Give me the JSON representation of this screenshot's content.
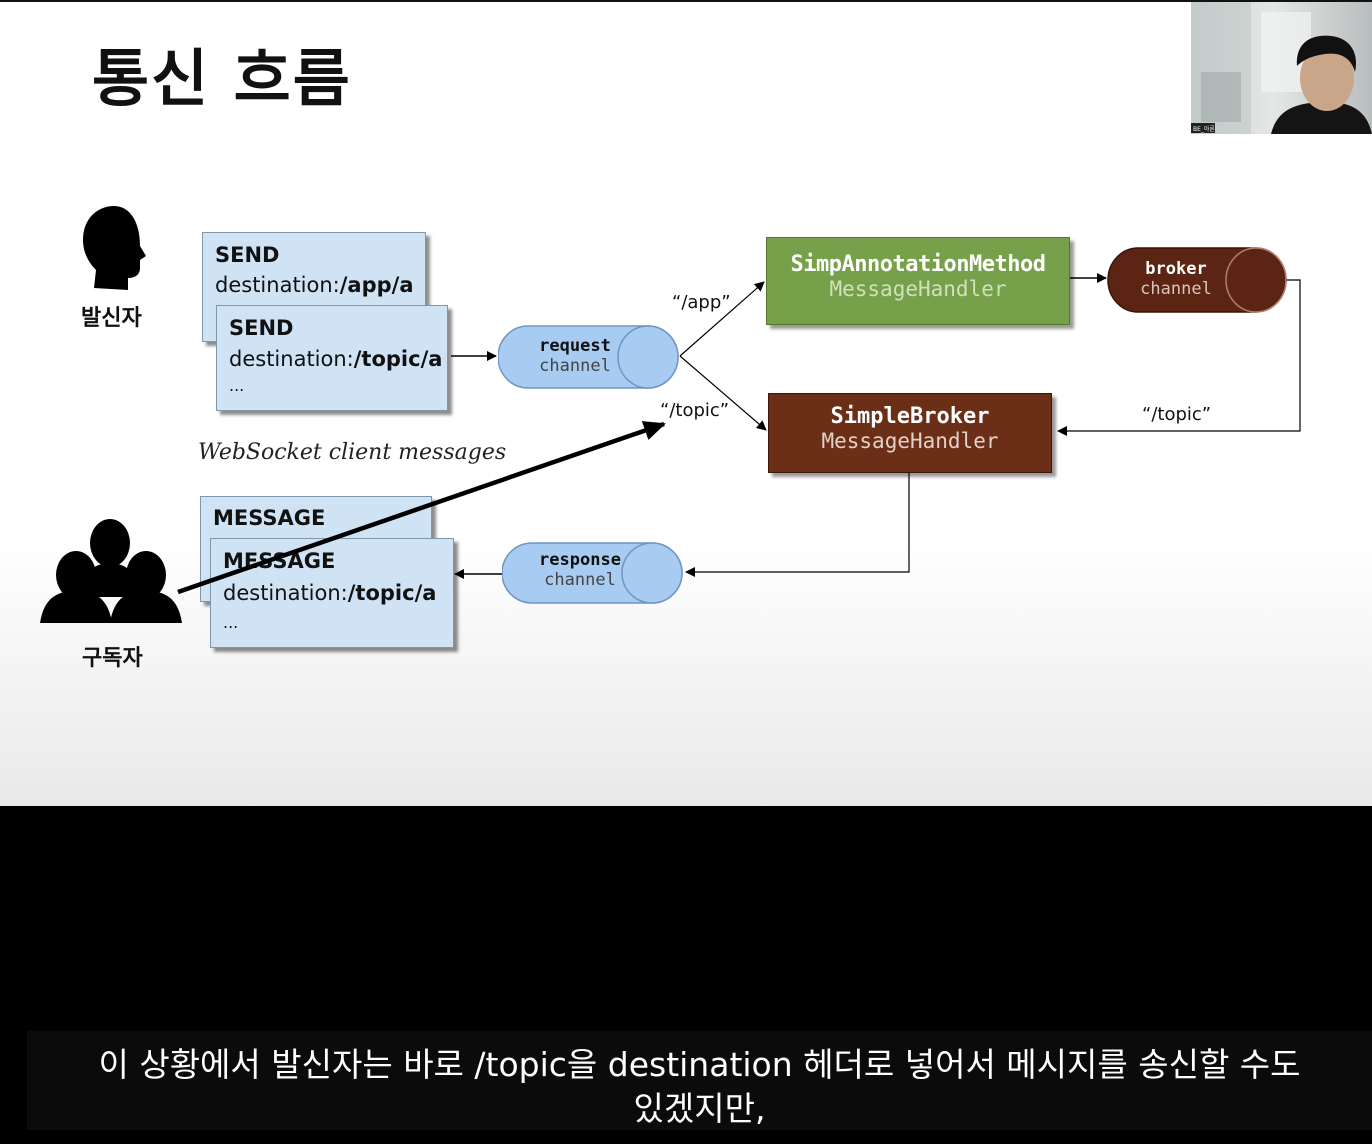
{
  "slide": {
    "title": "통신 흐름",
    "sender_label": "발신자",
    "subscriber_label": "구독자",
    "send_box_1": {
      "line1": "SEND",
      "line2_prefix": "destination:",
      "line2_value": "/app/a"
    },
    "send_box_2": {
      "line1": "SEND",
      "line2_prefix": "destination:",
      "line2_value": "/topic/a",
      "line3": "..."
    },
    "websocket_caption": "WebSocket client messages",
    "message_box_1": {
      "line1": "MESSAGE"
    },
    "message_box_2": {
      "line1": "MESSAGE",
      "line2_prefix": "destination:",
      "line2_value": "/topic/a",
      "line3": "..."
    },
    "request_channel": {
      "line1": "request",
      "line2": "channel"
    },
    "response_channel": {
      "line1": "response",
      "line2": "channel"
    },
    "broker_channel": {
      "line1": "broker",
      "line2": "channel"
    },
    "annotation_handler": {
      "line1": "SimpAnnotationMethod",
      "line2": "MessageHandler"
    },
    "broker_handler": {
      "line1": "SimpleBroker",
      "line2": "MessageHandler"
    },
    "route_app": "“/app”",
    "route_topic_1": "“/topic”",
    "route_topic_2": "“/topic”"
  },
  "webcam": {
    "name_tag": "BE_아론"
  },
  "subtitle": {
    "line1": "이 상황에서 발신자는 바로 /topic을 destination 헤더로 넣어서 메시지를 송신할 수도",
    "line2": "있겠지만,"
  },
  "colors": {
    "message_box": "#cfe3f5",
    "annotation_handler": "#77a04a",
    "broker_handler": "#6b2f18",
    "broker_channel": "#5c2412",
    "channel_blue": "#a8cbf2"
  }
}
